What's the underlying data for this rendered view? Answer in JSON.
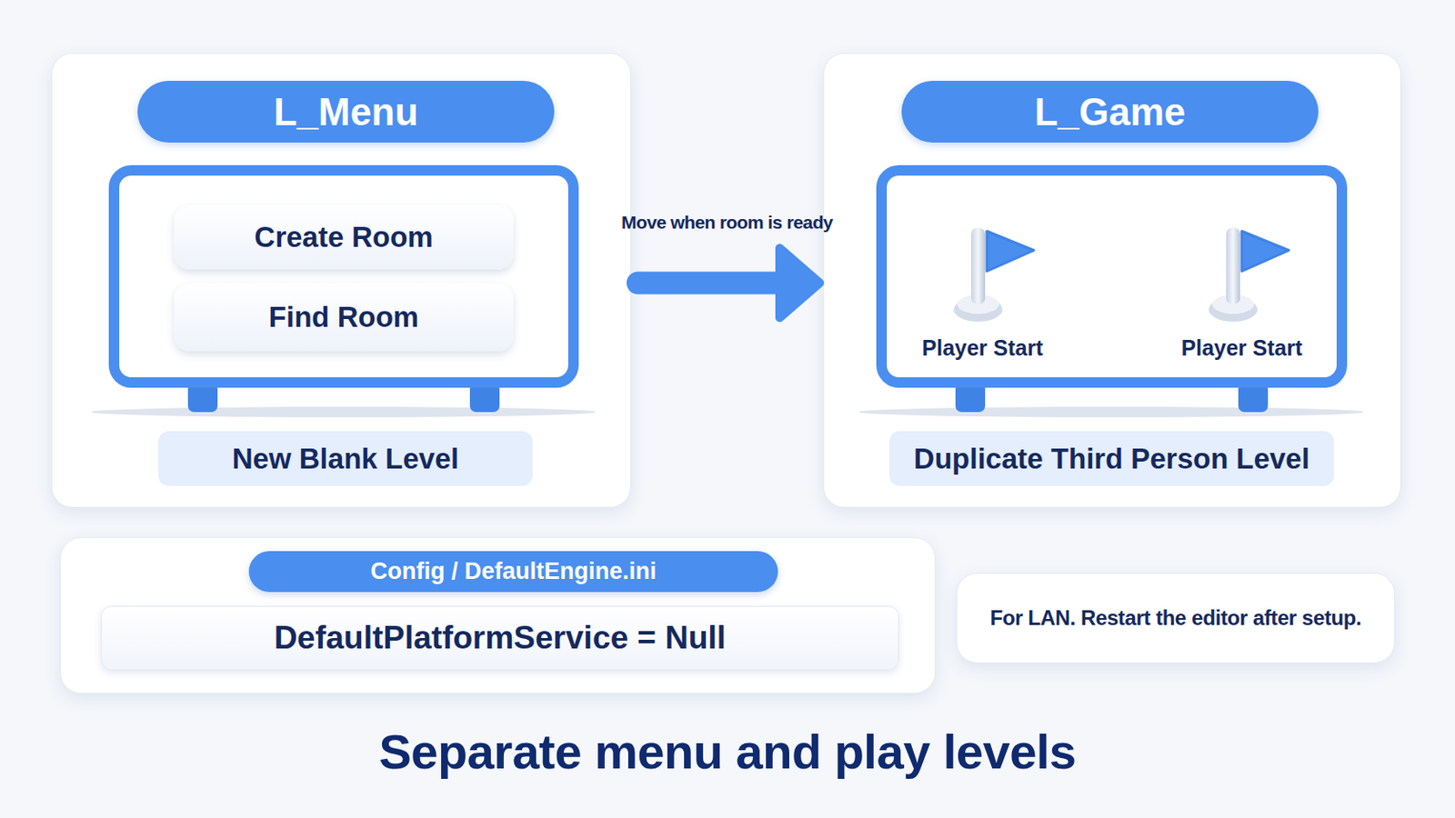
{
  "diagram": {
    "caption": "Separate menu and play levels",
    "nodes": [
      {
        "text": [
          "L_Menu",
          "New Blank Level"
        ]
      },
      {
        "text": [
          "Create Room"
        ],
        "in": 0
      },
      {
        "text": [
          "Find Room"
        ],
        "in": 0
      },
      {
        "text": [
          "L_Game",
          "Duplicate Third Person Level"
        ]
      },
      {
        "text": [
          "Config / DefaultEngine.ini"
        ]
      },
      {
        "text": [
          "DefaultPlatformService = Null"
        ],
        "in": 4
      },
      {
        "text": [
          "For LAN. Restart the editor after setup."
        ]
      }
    ],
    "edges": [
      {
        "from": 0,
        "to": 3,
        "arrow": "to",
        "label": "Move when room is ready"
      }
    ],
    "labels": [
      "Player Start",
      "Player Start"
    ]
  }
}
